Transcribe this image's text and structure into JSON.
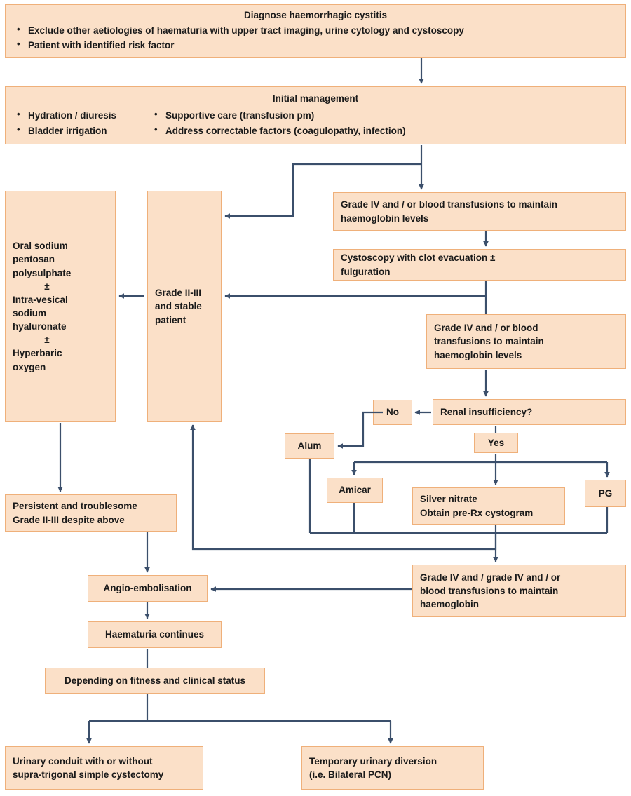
{
  "diagram": {
    "title": "Haemorrhagic cystitis management algorithm",
    "colors": {
      "node_fill": "#FBE0C8",
      "node_border": "#EFB07A",
      "connector": "#3B4F6B",
      "text": "#1a1a1a",
      "background": "#FFFFFF"
    }
  },
  "nodes": {
    "diagnose": {
      "title": "Diagnose haemorrhagic cystitis",
      "bullets": [
        "Exclude other aetiologies of haematuria with upper tract imaging, urine cytology and cystoscopy",
        "Patient with identified risk factor"
      ]
    },
    "initial_management": {
      "title": "Initial management",
      "bullets_left": [
        "Hydration / diuresis",
        "Bladder irrigation"
      ],
      "bullets_right": [
        "Supportive care (transfusion pm)",
        "Address correctable factors (coagulopathy, infection)"
      ]
    },
    "grade_iv_top": {
      "line1": "Grade IV and / or blood transfusions to maintain",
      "line2": "haemoglobin levels"
    },
    "cystoscopy": {
      "line1": "Cystoscopy with clot evacuation ±",
      "line2": "fulguration"
    },
    "grade_iv_mid": {
      "line1": "Grade IV and / or blood",
      "line2": "transfusions  to maintain",
      "line3": "haemoglobin levels"
    },
    "renal_insufficiency": {
      "label": "Renal insufficiency?"
    },
    "no_label": {
      "label": "No"
    },
    "yes_label": {
      "label": "Yes"
    },
    "alum": {
      "label": "Alum"
    },
    "amicar": {
      "label": "Amicar"
    },
    "silver_nitrate": {
      "line1": "Silver nitrate",
      "line2": "Obtain pre-Rx cystogram"
    },
    "pg": {
      "label": "PG"
    },
    "grade_ii_iii_stable": {
      "line1": "Grade II-III",
      "line2": "and stable",
      "line3": "patient"
    },
    "oral_therapy": {
      "lines": [
        "Oral sodium",
        "pentosan",
        "polysulphate",
        "±",
        "Intra-vesical",
        "sodium",
        "hyaluronate",
        "±",
        "Hyperbaric",
        "oxygen"
      ]
    },
    "persistent": {
      "line1": "Persistent and troublesome",
      "line2": "Grade II-III despite above"
    },
    "grade_iv_bottom": {
      "line1": "Grade IV and / grade IV and / or",
      "line2": "blood transfusions to maintain",
      "line3": "haemoglobin"
    },
    "angio_embolisation": {
      "label": "Angio-embolisation"
    },
    "haematuria_continues": {
      "label": "Haematuria continues"
    },
    "depending_fitness": {
      "label": "Depending on fitness and clinical status"
    },
    "urinary_conduit": {
      "line1": "Urinary conduit with or without",
      "line2": "supra-trigonal simple cystectomy"
    },
    "temporary_diversion": {
      "line1": "Temporary urinary diversion",
      "line2": "(i.e. Bilateral PCN)"
    }
  }
}
